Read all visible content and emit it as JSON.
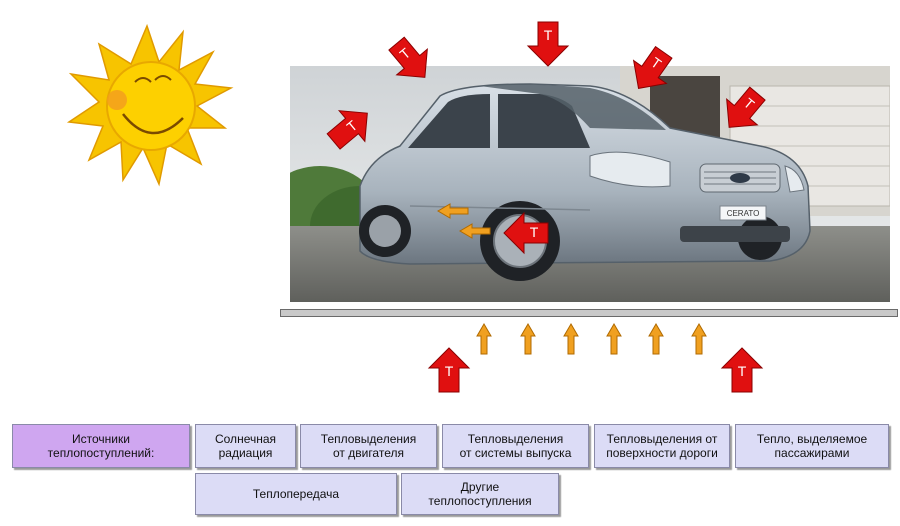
{
  "arrow_label": "Т",
  "legend": {
    "source_label": "Источники\nтеплопоступлений:",
    "categories": [
      "Солнечная\nрадиация",
      "Тепловыделения\nот двигателя",
      "Тепловыделения\nот системы выпуска",
      "Тепловыделения от\nповерхности дороги",
      "Тепло, выделяемое\nпассажирами",
      "Теплопередача",
      "Другие\nтеплопоступления"
    ]
  },
  "car": {
    "model_badge": "CERATO"
  },
  "colors": {
    "heat_arrow": "#e01010",
    "flow_arrow": "#f0a020",
    "source_box": "#cfa6f0",
    "category_box": "#dcdcf6"
  }
}
